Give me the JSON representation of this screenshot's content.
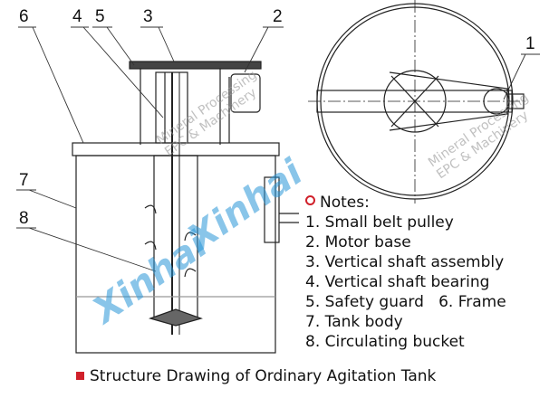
{
  "labels": [
    "1",
    "2",
    "3",
    "4",
    "5",
    "6",
    "7",
    "8"
  ],
  "notes": {
    "title": "Notes:",
    "items": [
      "1. Small belt pulley",
      "2. Motor base",
      "3. Vertical shaft assembly",
      "4. Vertical shaft bearing",
      "5. Safety guard   6. Frame",
      "7. Tank body",
      "8. Circulating bucket"
    ]
  },
  "caption": "Structure Drawing of Ordinary Agitation Tank",
  "watermark": {
    "brand": "Xinhai",
    "line1": "Mineral Processing",
    "line2": "EPC & Machinery"
  },
  "colors": {
    "accent": "#d0202a",
    "watermark": "#2896d7"
  }
}
